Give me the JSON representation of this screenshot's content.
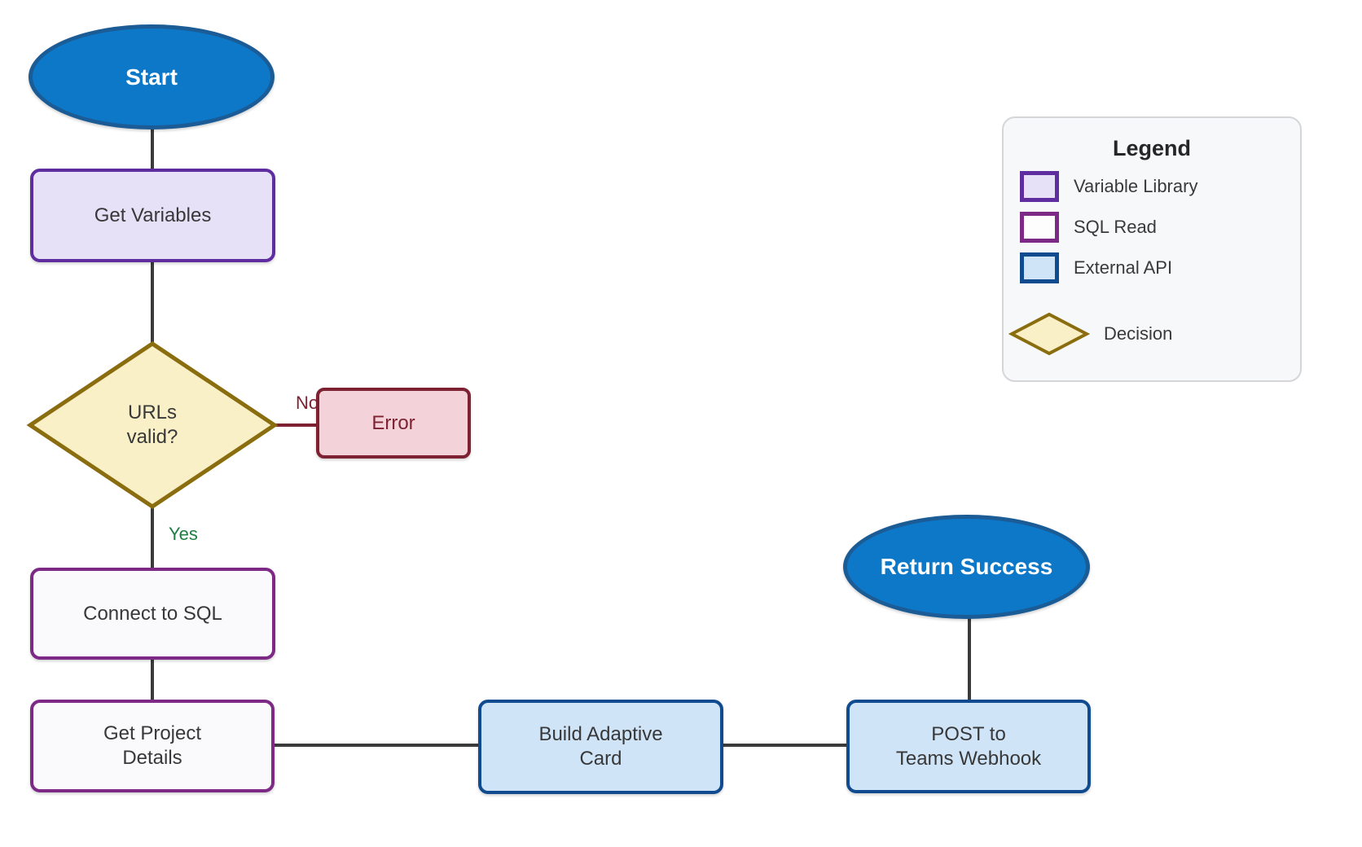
{
  "diagram": {
    "nodes": [
      {
        "id": "start",
        "type": "terminal",
        "label": "Start"
      },
      {
        "id": "get-variables",
        "type": "variable-library",
        "label": "Get Variables"
      },
      {
        "id": "urls-valid",
        "type": "decision",
        "label": "URLs\nvalid?"
      },
      {
        "id": "error",
        "type": "error",
        "label": "Error"
      },
      {
        "id": "connect-sql",
        "type": "sql-read",
        "label": "Connect to SQL"
      },
      {
        "id": "get-project-details",
        "type": "sql-read",
        "label": "Get Project\nDetails"
      },
      {
        "id": "build-adaptive-card",
        "type": "external-api",
        "label": "Build Adaptive\nCard"
      },
      {
        "id": "post-teams-webhook",
        "type": "external-api",
        "label": "POST to\nTeams Webhook"
      },
      {
        "id": "return-success",
        "type": "terminal",
        "label": "Return Success"
      }
    ],
    "edges": [
      {
        "from": "start",
        "to": "get-variables",
        "label": ""
      },
      {
        "from": "get-variables",
        "to": "urls-valid",
        "label": ""
      },
      {
        "from": "urls-valid",
        "to": "error",
        "label": "No"
      },
      {
        "from": "urls-valid",
        "to": "connect-sql",
        "label": "Yes"
      },
      {
        "from": "connect-sql",
        "to": "get-project-details",
        "label": ""
      },
      {
        "from": "get-project-details",
        "to": "build-adaptive-card",
        "label": ""
      },
      {
        "from": "build-adaptive-card",
        "to": "post-teams-webhook",
        "label": ""
      },
      {
        "from": "post-teams-webhook",
        "to": "return-success",
        "label": ""
      }
    ]
  },
  "legend": {
    "title": "Legend",
    "items": [
      {
        "swatch": "variable-library",
        "label": "Variable Library"
      },
      {
        "swatch": "sql-read",
        "label": "SQL Read"
      },
      {
        "swatch": "external-api",
        "label": "External API"
      },
      {
        "swatch": "decision",
        "label": "Decision"
      }
    ]
  },
  "colors": {
    "terminal_fill": "#0d78c8",
    "terminal_border": "#1b5c96",
    "variable_library_fill": "#e7e1f8",
    "variable_library_border": "#5f2da0",
    "sql_read_fill": "#fafafc",
    "sql_read_border": "#7c2a86",
    "external_api_fill": "#d0e4f8",
    "external_api_border": "#104b8f",
    "decision_fill": "#faf0c8",
    "decision_border": "#8a6d0e",
    "error_fill": "#f4d2d9",
    "error_border": "#7e2132",
    "edge_default": "#3b3b3b",
    "edge_no": "#7e2132",
    "yes_label_color": "#1c8043",
    "no_label_color": "#7e2132"
  }
}
